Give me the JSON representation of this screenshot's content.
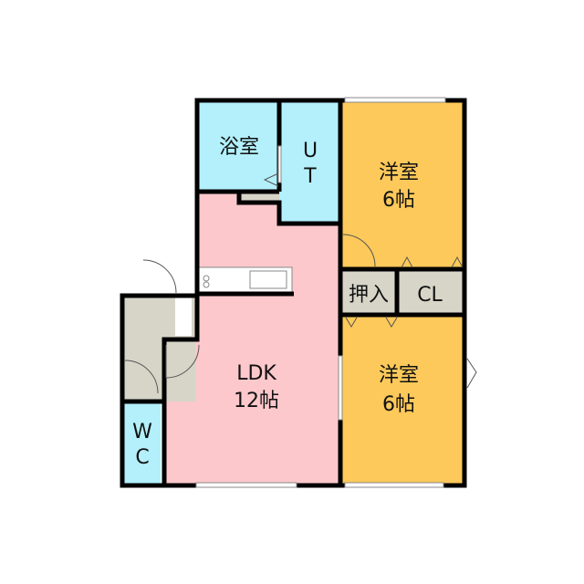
{
  "rooms": {
    "bath": {
      "label": "浴室"
    },
    "utility": {
      "line1": "U",
      "line2": "T"
    },
    "western_top": {
      "line1": "洋室",
      "line2": "6帖"
    },
    "oshiire": {
      "label": "押入"
    },
    "closet": {
      "label": "CL"
    },
    "western_bottom": {
      "line1": "洋室",
      "line2": "6帖"
    },
    "ldk": {
      "line1": "LDK",
      "line2": "12帖"
    },
    "wc": {
      "line1": "W",
      "line2": "C"
    }
  },
  "colors": {
    "wet_area": "#b3f0fb",
    "western": "#fdc95a",
    "ldk": "#fcc8cc",
    "storage": "#d6d5c8",
    "wall": "#000000"
  }
}
